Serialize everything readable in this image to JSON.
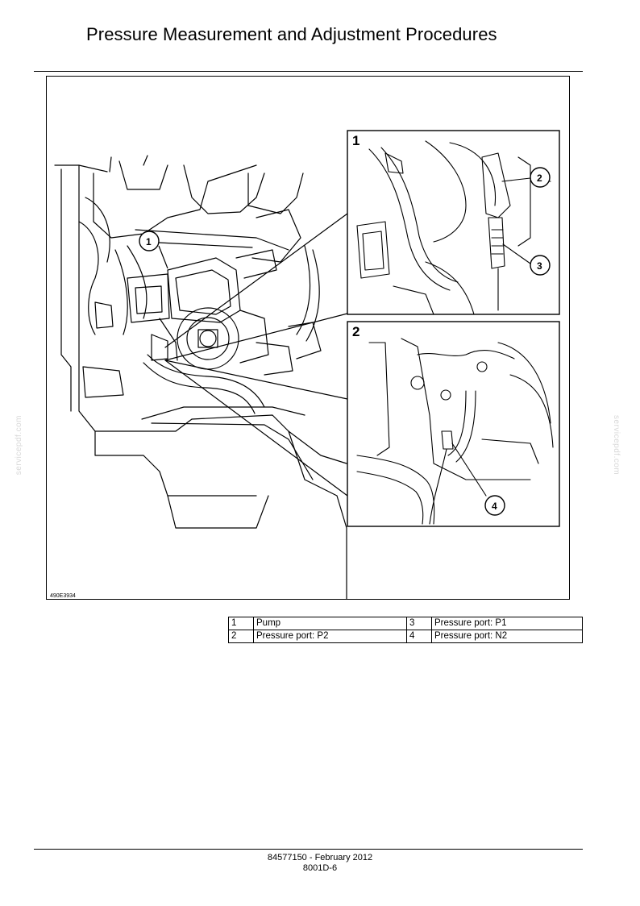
{
  "page": {
    "title": "Pressure Measurement and Adjustment Procedures",
    "watermark": "servicepdf.com"
  },
  "figure": {
    "id": "490E3934",
    "inset_labels": [
      "1",
      "2"
    ],
    "callouts": [
      "1",
      "2",
      "3",
      "4"
    ]
  },
  "legend": [
    {
      "n": "1",
      "label": "Pump",
      "n2": "3",
      "label2": "Pressure port:  P1"
    },
    {
      "n": "2",
      "label": "Pressure port:  P2",
      "n2": "4",
      "label2": "Pressure port:  N2"
    }
  ],
  "footer": {
    "doc": "84577150 - February 2012",
    "page": "8001D-6"
  }
}
